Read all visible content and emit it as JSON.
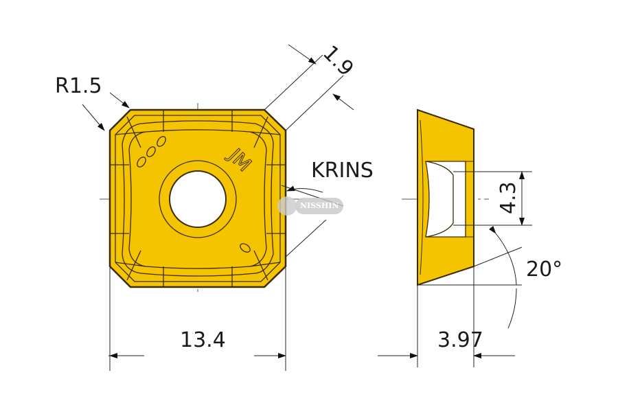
{
  "drawing": {
    "corner_radius_label": "R1.5",
    "chamfer_label": "1.9",
    "edge_label": "KRINS",
    "width_label": "13.4",
    "hole_label": "4.3",
    "angle_label": "20°",
    "thickness_label": "3.97",
    "insert_marking": "JM",
    "watermark": "NISSHIN"
  },
  "colors": {
    "insert": "#f5c400",
    "outline": "#3a2a00",
    "line": "#222222"
  }
}
